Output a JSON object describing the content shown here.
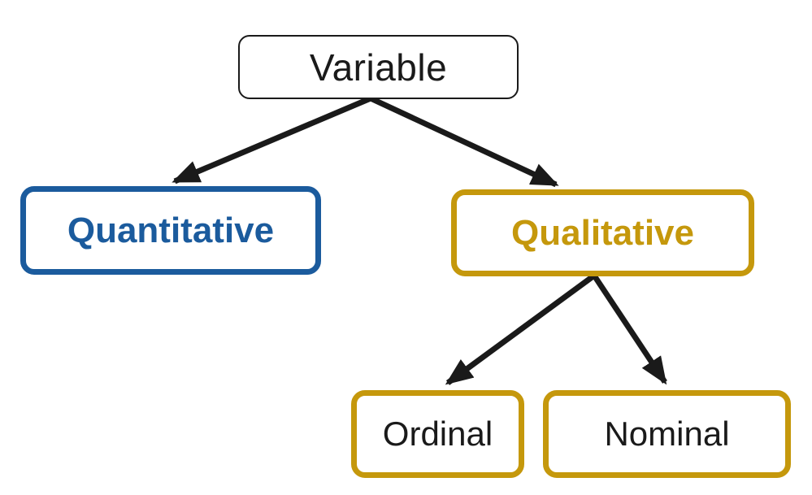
{
  "diagram": {
    "nodes": {
      "root": {
        "label": "Variable"
      },
      "quantitative": {
        "label": "Quantitative"
      },
      "qualitative": {
        "label": "Qualitative"
      },
      "ordinal": {
        "label": "Ordinal"
      },
      "nominal": {
        "label": "Nominal"
      }
    },
    "edges": [
      {
        "from": "Variable",
        "to": "Quantitative"
      },
      {
        "from": "Variable",
        "to": "Qualitative"
      },
      {
        "from": "Qualitative",
        "to": "Ordinal"
      },
      {
        "from": "Qualitative",
        "to": "Nominal"
      }
    ],
    "colors": {
      "quantitative_accent": "#1B5B9D",
      "qualitative_accent": "#C5980C",
      "neutral_ink": "#1A1A1A",
      "background": "#FFFFFF"
    }
  }
}
